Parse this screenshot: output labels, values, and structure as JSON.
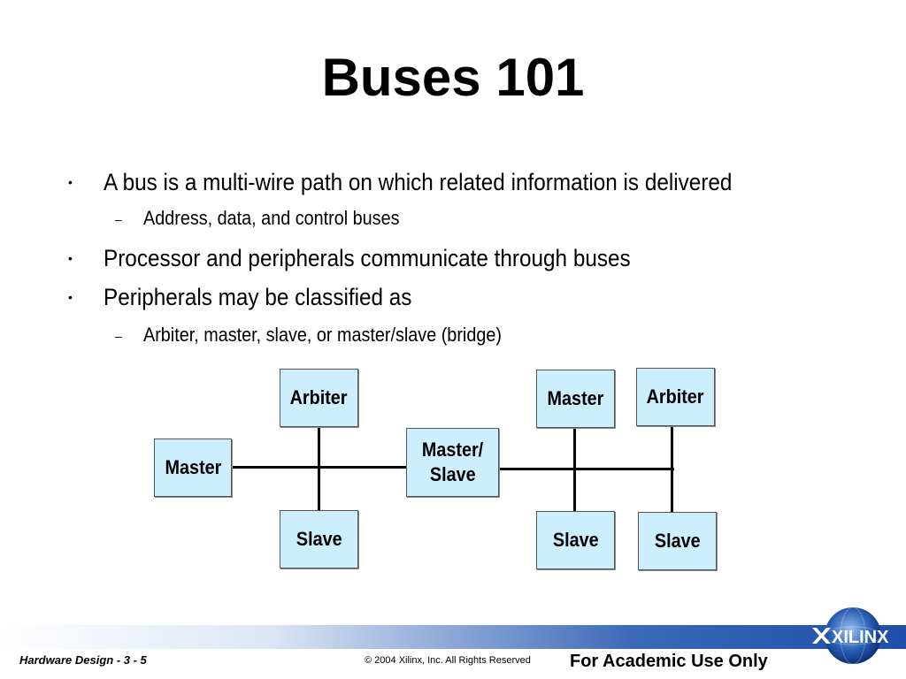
{
  "slide": {
    "title": "Buses 101"
  },
  "bullets": [
    {
      "level": 1,
      "marker": "•",
      "text": "A bus is a multi-wire path on which related information is delivered"
    },
    {
      "level": 2,
      "marker": "–",
      "text": "Address, data, and control buses"
    },
    {
      "level": 1,
      "marker": "•",
      "text": "Processor and peripherals communicate through buses"
    },
    {
      "level": 1,
      "marker": "•",
      "text": "Peripherals may be classified as"
    },
    {
      "level": 2,
      "marker": "–",
      "text": "Arbiter, master, slave, or master/slave (bridge)"
    }
  ],
  "diagram": {
    "nodes": {
      "master_left": "Master",
      "arbiter_left": "Arbiter",
      "slave_left": "Slave",
      "master_slave_line1": "Master/",
      "master_slave_line2": "Slave",
      "master_right": "Master",
      "slave_mid_right": "Slave",
      "arbiter_right": "Arbiter",
      "slave_far_right": "Slave"
    },
    "node_fill": "#cdeefd"
  },
  "footer": {
    "left": "Hardware Design  -  3 - 5",
    "center": "© 2004 Xilinx, Inc. All Rights Reserved",
    "right": "For Academic Use Only",
    "logo_text": "XILINX"
  }
}
